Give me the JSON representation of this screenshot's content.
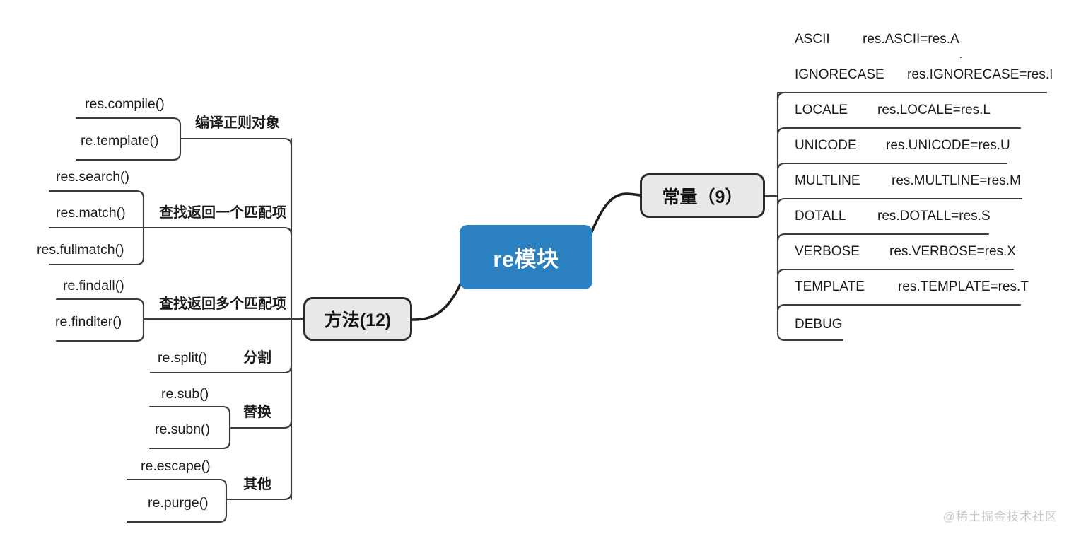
{
  "root": {
    "label": "re模块",
    "color": "#2a80c0",
    "text_color": "#ffffff"
  },
  "branches": [
    {
      "id": "constants",
      "label": "常量（9）",
      "side": "right"
    },
    {
      "id": "methods",
      "label": "方法(12)",
      "side": "left"
    }
  ],
  "constants": {
    "count_label": "常量（9）",
    "columns": [
      "name",
      "value"
    ],
    "items": [
      {
        "name": "ASCII",
        "value": "res.ASCII=res.A"
      },
      {
        "name": "IGNORECASE",
        "value": "res.IGNORECASE=res.I"
      },
      {
        "name": "LOCALE",
        "value": "res.LOCALE=res.L"
      },
      {
        "name": "UNICODE",
        "value": "res.UNICODE=res.U"
      },
      {
        "name": "MULTLINE",
        "value": "res.MULTLINE=res.M"
      },
      {
        "name": "DOTALL",
        "value": "res.DOTALL=res.S"
      },
      {
        "name": "VERBOSE",
        "value": "res.VERBOSE=res.X"
      },
      {
        "name": "TEMPLATE",
        "value": "res.TEMPLATE=res.T"
      },
      {
        "name": "DEBUG",
        "value": ""
      }
    ]
  },
  "methods": {
    "count_label": "方法(12)",
    "groups": [
      {
        "label": "编译正则对象",
        "items": [
          "res.compile()",
          "re.template()"
        ]
      },
      {
        "label": "查找返回一个匹配项",
        "items": [
          "res.search()",
          "res.match()",
          "res.fullmatch()"
        ]
      },
      {
        "label": "查找返回多个匹配项",
        "items": [
          "re.findall()",
          "re.finditer()"
        ]
      },
      {
        "label": "分割",
        "items": [
          "re.split()"
        ]
      },
      {
        "label": "替换",
        "items": [
          "re.sub()",
          "re.subn()"
        ]
      },
      {
        "label": "其他",
        "items": [
          "re.escape()",
          "re.purge()"
        ]
      }
    ]
  },
  "watermark": {
    "text": "@稀土掘金技术社区"
  }
}
